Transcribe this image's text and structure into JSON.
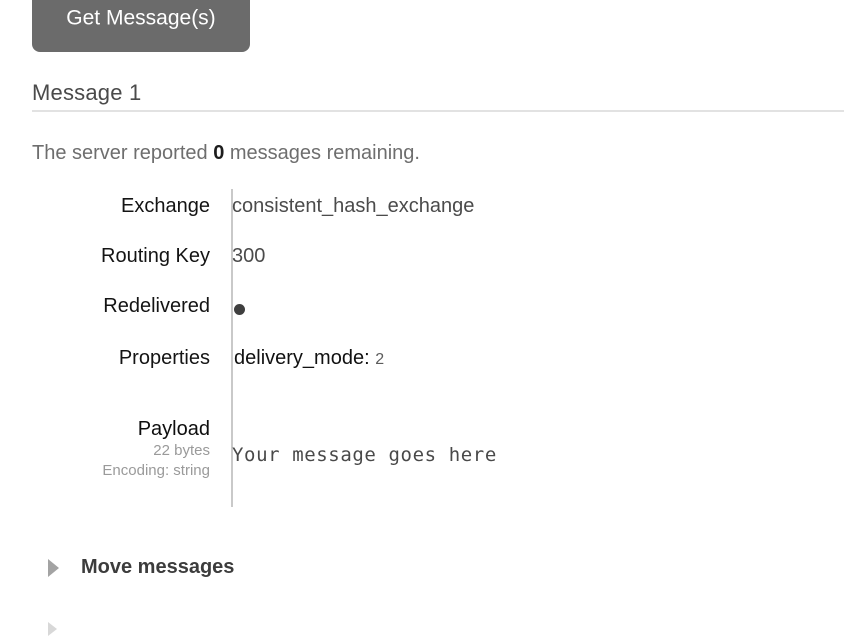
{
  "toolbar": {
    "get_messages_label": "Get Message(s)"
  },
  "section": {
    "heading": "Message 1",
    "server_report_prefix": "The server reported ",
    "server_report_count": "0",
    "server_report_suffix": " messages remaining."
  },
  "message": {
    "rows": [
      {
        "label": "Exchange",
        "value": "consistent_hash_exchange"
      },
      {
        "label": "Routing Key",
        "value": "300"
      },
      {
        "label": "Redelivered",
        "value": "●"
      }
    ],
    "properties": {
      "label": "Properties",
      "key": "delivery_mode:",
      "value": "2"
    },
    "payload": {
      "label": "Payload",
      "bytes": "22 bytes",
      "encoding": "Encoding: string",
      "body": "Your message goes here"
    }
  },
  "collapsibles": [
    {
      "label": "Move messages"
    },
    {
      "label": ""
    }
  ],
  "colors": {
    "button_bg": "#6b6b6b",
    "button_text": "#ffffff",
    "rule": "#e2e2e2",
    "divider": "#c9c9c9",
    "label_text": "#141414",
    "value_text": "#4b4b4b",
    "muted_text": "#9a9a9a",
    "triangle": "#a3a3a3"
  }
}
